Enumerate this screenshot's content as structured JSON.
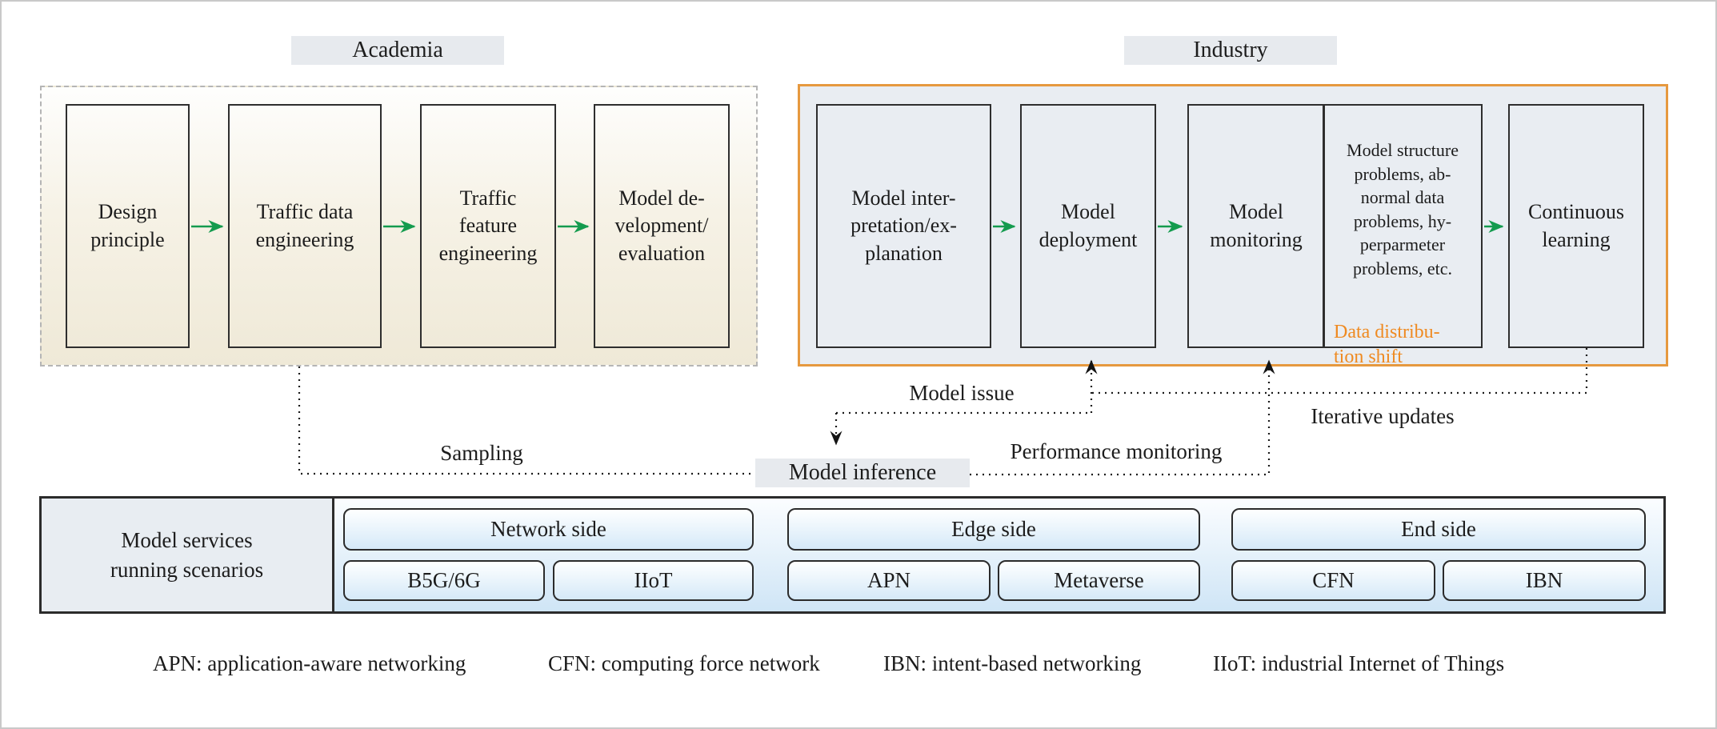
{
  "colors": {
    "arrow_green": "#149b4e",
    "industry_border_orange": "#e6993f",
    "highlight_orange_text": "#ef8a21"
  },
  "section_labels": {
    "academia": "Academia",
    "industry": "Industry"
  },
  "academia": {
    "steps": [
      "Design\nprinciple",
      "Traffic data\nengineering",
      "Traffic\nfeature\nengineering",
      "Model de-\nvelopment/\nevaluation"
    ]
  },
  "industry": {
    "steps": [
      "Model inter-\npretation/ex-\nplanation",
      "Model\ndeployment",
      "Model\nmonitoring",
      "Continuous\nlearning"
    ],
    "issues_panel": {
      "problems": "Model structure\nproblems, ab-\nnormal data\nproblems, hy-\nperparmeter\nproblems, etc.",
      "highlight": "Data distribu-\ntion shift"
    }
  },
  "flow_labels": {
    "sampling": "Sampling",
    "model_inference": "Model inference",
    "model_issue": "Model issue",
    "performance_monitoring": "Performance monitoring",
    "iterative_updates": "Iterative updates"
  },
  "scenarios": {
    "title": "Model services\nrunning scenarios",
    "groups": [
      {
        "header": "Network side",
        "items": [
          "B5G/6G",
          "IIoT"
        ]
      },
      {
        "header": "Edge side",
        "items": [
          "APN",
          "Metaverse"
        ]
      },
      {
        "header": "End side",
        "items": [
          "CFN",
          "IBN"
        ]
      }
    ]
  },
  "legend": {
    "items": [
      "APN: application-aware networking",
      "CFN: computing force network",
      "IBN: intent-based networking",
      "IIoT: industrial Internet of Things"
    ]
  }
}
